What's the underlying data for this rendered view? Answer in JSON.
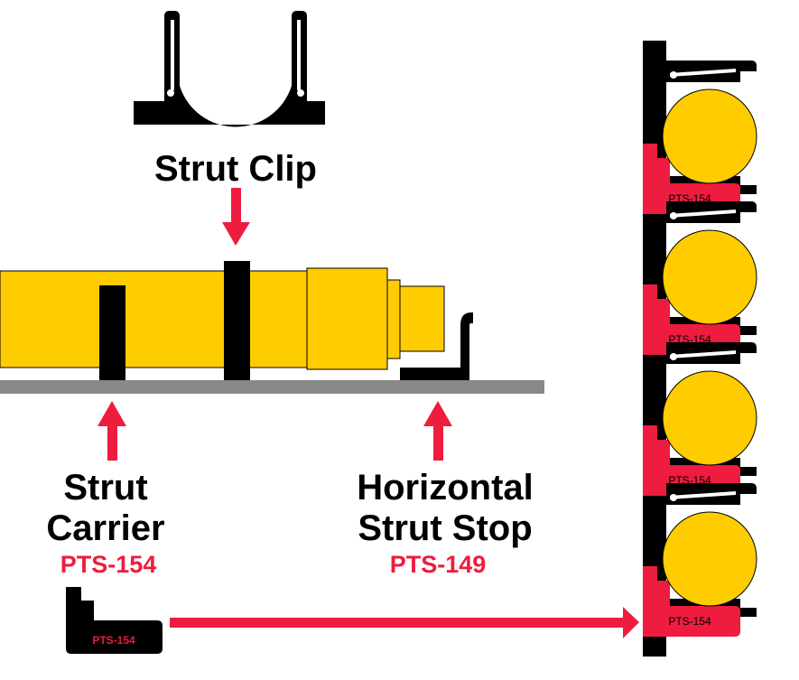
{
  "labels": {
    "strut_clip": "Strut Clip",
    "strut_carrier_line1": "Strut",
    "strut_carrier_line2": "Carrier",
    "strut_carrier_part": "PTS-154",
    "horizontal_stop_line1": "Horizontal",
    "horizontal_stop_line2": "Strut Stop",
    "horizontal_stop_part": "PTS-149",
    "carrier_icon_part": "PTS-154"
  },
  "rack": {
    "slot_labels": [
      "PTS-154",
      "PTS-154",
      "PTS-154",
      "PTS-154"
    ]
  },
  "colors": {
    "strut_yellow": "#FFCC00",
    "part_red": "#EE1C3E",
    "black": "#000000",
    "floor_gray": "#888888",
    "background": "#FFFFFF"
  }
}
